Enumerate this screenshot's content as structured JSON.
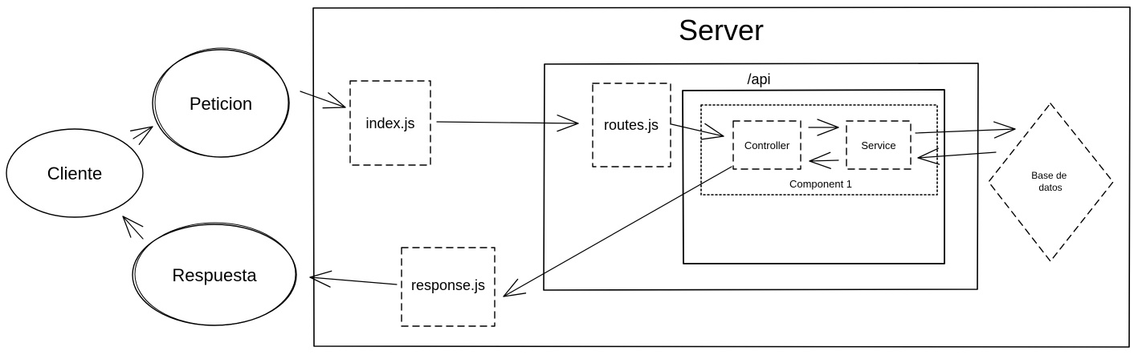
{
  "server": {
    "title": "Server"
  },
  "api": {
    "title": "/api"
  },
  "client": {
    "cliente": "Cliente",
    "peticion": "Peticion",
    "respuesta": "Respuesta"
  },
  "files": {
    "index": "index.js",
    "routes": "routes.js",
    "response": "response.js"
  },
  "component": {
    "label": "Component 1",
    "controller": "Controller",
    "service": "Service"
  },
  "database": {
    "line1": "Base de",
    "line2": "datos"
  }
}
